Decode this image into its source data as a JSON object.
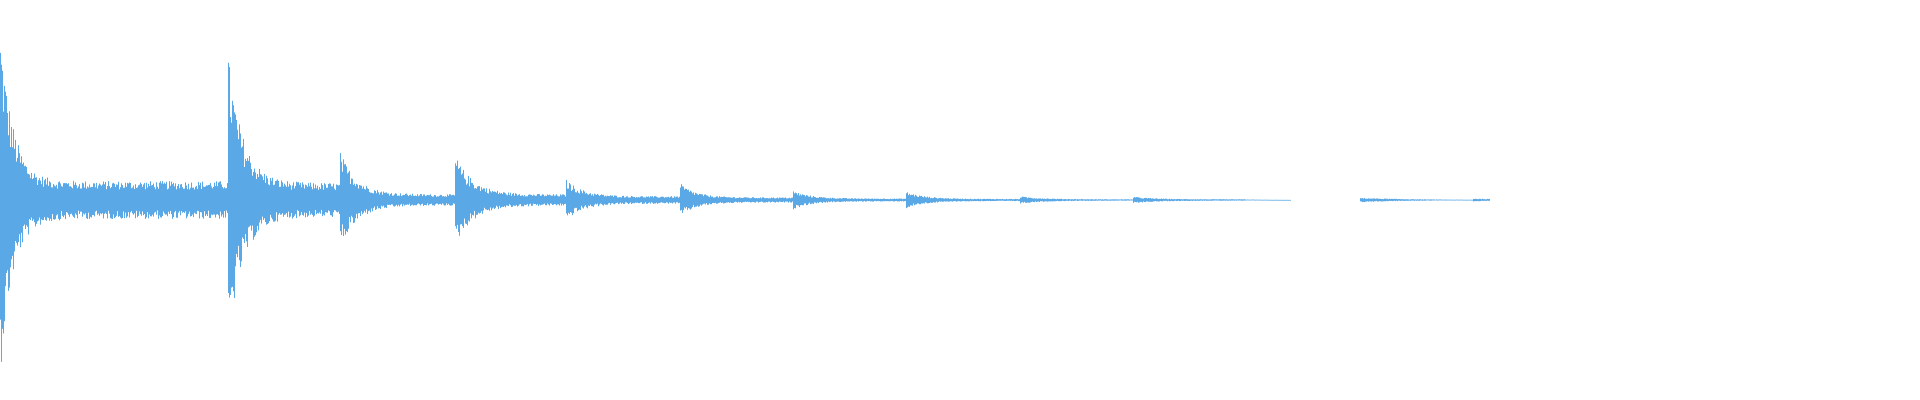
{
  "colors": {
    "background": "#ffffff",
    "waveform": "#5aa9e6"
  },
  "chart_data": {
    "type": "area",
    "title": "",
    "xlabel": "",
    "ylabel": "",
    "grid": false,
    "legend": "none",
    "xlim": [
      0,
      1920
    ],
    "ylim": [
      -1,
      1
    ],
    "onsets": [
      {
        "x": 0,
        "amplitude": 0.95,
        "decay": 0.11,
        "sustain": 0.1
      },
      {
        "x": 228,
        "amplitude": 0.78,
        "decay": 0.13,
        "sustain": 0.09
      },
      {
        "x": 340,
        "amplitude": 0.26,
        "decay": 0.15,
        "sustain": 0.03
      },
      {
        "x": 455,
        "amplitude": 0.24,
        "decay": 0.16,
        "sustain": 0.03
      },
      {
        "x": 566,
        "amplitude": 0.11,
        "decay": 0.15,
        "sustain": 0.02
      },
      {
        "x": 680,
        "amplitude": 0.09,
        "decay": 0.14,
        "sustain": 0.014
      },
      {
        "x": 793,
        "amplitude": 0.05,
        "decay": 0.16,
        "sustain": 0.008
      },
      {
        "x": 906,
        "amplitude": 0.045,
        "decay": 0.17,
        "sustain": 0.006
      },
      {
        "x": 1020,
        "amplitude": 0.02,
        "decay": 0.2,
        "sustain": 0.004
      },
      {
        "x": 1133,
        "amplitude": 0.018,
        "decay": 0.2,
        "sustain": 0.004
      },
      {
        "x": 1246,
        "amplitude": 0.003,
        "decay": 0.3,
        "sustain": 0.0
      },
      {
        "x": 1360,
        "amplitude": 0.012,
        "decay": 0.5,
        "sustain": 0.0
      },
      {
        "x": 1473,
        "amplitude": 0.008,
        "decay": 0.5,
        "sustain": 0.0
      }
    ],
    "end_x": 1490
  }
}
